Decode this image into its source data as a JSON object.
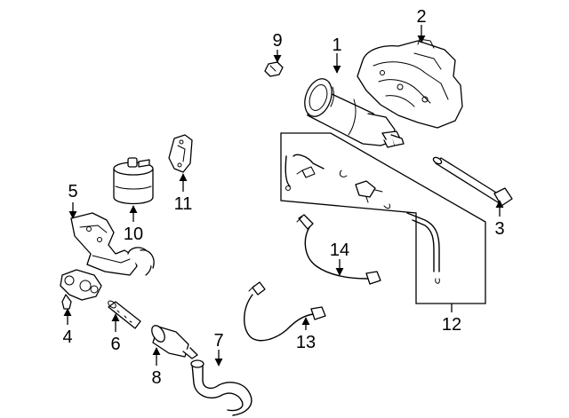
{
  "diagram": {
    "colors": {
      "line": "#000000",
      "background": "#ffffff"
    },
    "callouts": [
      {
        "id": "1",
        "label": "1"
      },
      {
        "id": "2",
        "label": "2"
      },
      {
        "id": "3",
        "label": "3"
      },
      {
        "id": "4",
        "label": "4"
      },
      {
        "id": "5",
        "label": "5"
      },
      {
        "id": "6",
        "label": "6"
      },
      {
        "id": "7",
        "label": "7"
      },
      {
        "id": "8",
        "label": "8"
      },
      {
        "id": "9",
        "label": "9"
      },
      {
        "id": "10",
        "label": "10"
      },
      {
        "id": "11",
        "label": "11"
      },
      {
        "id": "12",
        "label": "12"
      },
      {
        "id": "13",
        "label": "13"
      },
      {
        "id": "14",
        "label": "14"
      }
    ]
  }
}
